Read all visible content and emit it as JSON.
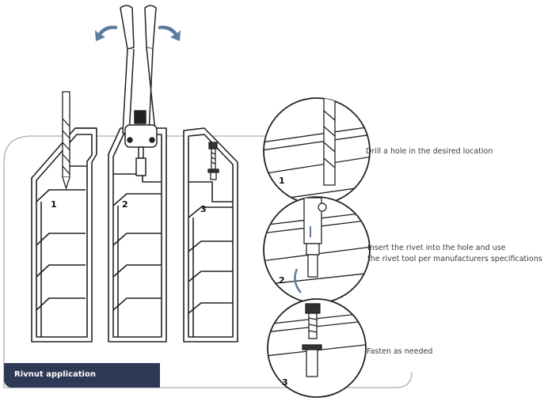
{
  "banner": {
    "label": "Rivnut application"
  },
  "steps": [
    {
      "number": "1",
      "text": "Drill a hole in the desired location"
    },
    {
      "number": "2",
      "text_line1": "Insert the rivet into the hole and use",
      "text_line2": "the rivet tool per manufacturers specifications"
    },
    {
      "number": "3",
      "text": "Fasten as needed"
    }
  ],
  "colors": {
    "banner_bg": "#2e3a55",
    "stroke": "#222222",
    "frame": "#9a9a9a"
  },
  "icons": [
    "drill-bit-icon",
    "rivet-tool-icon",
    "bolt-icon",
    "rivnut-icon",
    "rotation-arrow-icon"
  ]
}
